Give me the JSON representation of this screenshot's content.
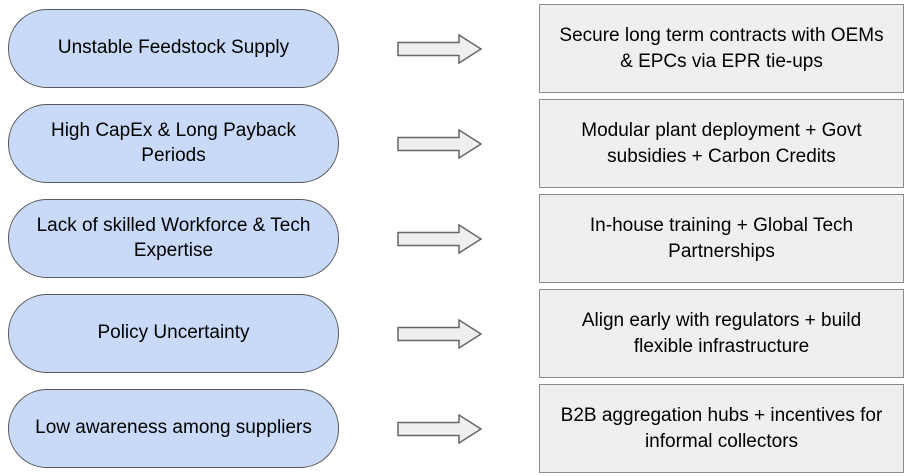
{
  "diagram": {
    "type": "problem-solution-flow",
    "rows": [
      {
        "problem": "Unstable Feedstock Supply",
        "solution": "Secure long term contracts with OEMs & EPCs via EPR tie-ups"
      },
      {
        "problem": "High CapEx & Long Payback Periods",
        "solution": "Modular plant deployment + Govt subsidies + Carbon Credits"
      },
      {
        "problem": "Lack of skilled Workforce & Tech Expertise",
        "solution": "In-house training + Global Tech Partnerships"
      },
      {
        "problem": "Policy Uncertainty",
        "solution": "Align early with regulators + build flexible infrastructure"
      },
      {
        "problem": "Low awareness among suppliers",
        "solution": "B2B aggregation hubs + incentives for informal collectors"
      }
    ],
    "icons": [
      "right-arrow-icon"
    ],
    "colors": {
      "pill_fill": "#c9daf8",
      "pill_border": "#595959",
      "solution_fill": "#efefef",
      "solution_border": "#8c8c8c",
      "arrow_fill": "#efefef",
      "arrow_border": "#666666",
      "text": "#000000",
      "background": "#ffffff"
    }
  }
}
